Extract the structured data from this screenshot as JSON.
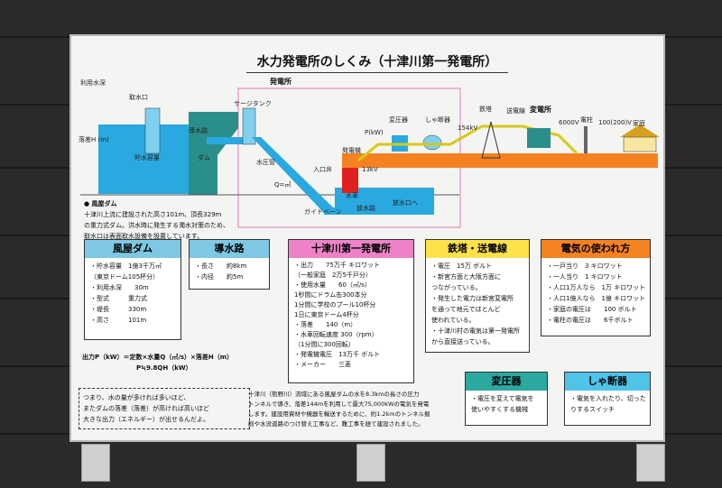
{
  "title": "水力発電所のしくみ（十津川第一発電所）",
  "diagram": {
    "plant_label": "発電所",
    "dam_label": "ダム",
    "intake_label": "取水口",
    "usable_depth_label": "利用水深",
    "volume_label": "貯水容量",
    "head_label": "落差H (m)",
    "conduit_label": "導水路",
    "surge_label": "サージタンク",
    "penstock_label": "水圧管",
    "flow_label": "Q=㎥",
    "inlet_valve_label": "入口弁",
    "guide_vane_label": "ガイドベーン",
    "turbine_label": "水車",
    "generator_label": "発電機",
    "generator_kv": "13kV",
    "power_label": "P(kW)",
    "transformer_label": "変圧器",
    "breaker_label": "しゃ断器",
    "tower_label": "鉄塔",
    "line_kv": "154kV",
    "line_label": "送電線",
    "substation_label": "変電所",
    "v6000": "6000V",
    "pole_label": "電柱",
    "v100": "100(200)V",
    "house_label": "家庭",
    "tailrace_label": "放水路",
    "outlet_label": "放水口へ"
  },
  "dam_note": {
    "title": "● 風屋ダム",
    "lines": [
      "十津川上流に建設された高さ101m、頂長329m",
      "の重力式ダム。洪水時に発生する濁水対策のため、",
      "取水口は表面取水設備を設置しています。"
    ]
  },
  "cards": {
    "dam": {
      "header": "風屋ダム",
      "color": "#7ec8e3",
      "lines": [
        "・貯水容量　1億3千万㎥",
        "（東京ドーム105杯分）",
        "・利用水深　　30m",
        "・型式　　　重力式",
        "・堤長　　　330m",
        "・高さ　　　101m"
      ]
    },
    "conduit": {
      "header": "導水路",
      "color": "#7ec8e3",
      "lines": [
        "・長さ　　約8km",
        "・内径　　約5m"
      ]
    },
    "plant": {
      "header": "十津川第一発電所",
      "color": "#ee82c8",
      "lines": [
        "・出力　　75万千 キロワット",
        "（一般家庭　2万5千戸分）",
        "・使用水量　　60（㎥/s）",
        "1秒間にドラム缶300本分",
        "1分間に学校のプール10杯分",
        "1日に東京ドーム4杯分",
        "・落差　　140（m）",
        "・水車回転速度 300（rpm）",
        "（1分間に300回転）",
        "・発電機電圧　13万千 ボルト",
        "・メーカー　　三菱"
      ]
    },
    "tower": {
      "header": "鉄塔・送電線",
      "color": "#ffe24a",
      "lines": [
        "・電圧　15万 ボルト",
        "・新宮方面と大阪方面に",
        "つながっている。",
        "・発生した電力は新宮変電所",
        "を通って地元でほとんど",
        "使われている。",
        "・十津川村の電気は第一発電所",
        "から直接送っている。"
      ]
    },
    "usage": {
      "header": "電気の使われ方",
      "color": "#f58220",
      "lines": [
        "・一戸当り　3 キロワット",
        "・一人当り　1 キロワット",
        "・人口1万人なら　1万 キロワット",
        "・人口1億人なら　1億 キロワット",
        "・家庭の電圧は　　100 ボルト",
        "・電柱の電圧は　　6千ボルト"
      ]
    },
    "transformer": {
      "header": "変圧器",
      "color": "#2ba8a0",
      "lines": [
        "・電圧を変えて電気を",
        "使いやすくする機械"
      ]
    },
    "breaker": {
      "header": "しゃ断器",
      "color": "#4fc3e8",
      "lines": [
        "・電気を入れたり、切った",
        "りするスイッチ"
      ]
    }
  },
  "formula": {
    "line1": "出力P（kW）＝定数×水量Q（㎥/s）×落差H（m）",
    "line2": "P≒9.8QH（kW）"
  },
  "summary_lines": [
    "つまり、水の量が多ければ多いほど、",
    "またダムの落差（落差）が高ければ高いほど",
    "大きな出力（エネルギー）が出せるんだよ。"
  ],
  "description_lines": [
    "十津川（熊野川）流域にある風屋ダムの水を8.3kmの長さの圧力",
    "トンネルで導き、落差144mを利用して最大75,000kWの電気を発電",
    "します。建設用資材や機器を輸送するために、約1.2kmのトンネル掘",
    "削や水没道路のつけ替え工事など、難工事を経て建設されました。"
  ]
}
